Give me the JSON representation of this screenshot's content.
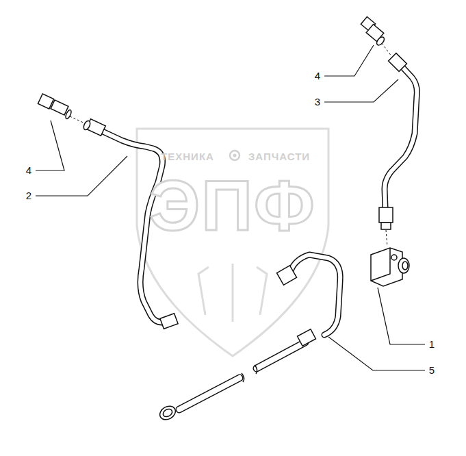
{
  "diagram": {
    "labels": [
      "4",
      "3",
      "4",
      "2",
      "1",
      "5",
      "ТЕХНИКА",
      "ЗАПЧАСТИ",
      "ЭПФ"
    ]
  }
}
